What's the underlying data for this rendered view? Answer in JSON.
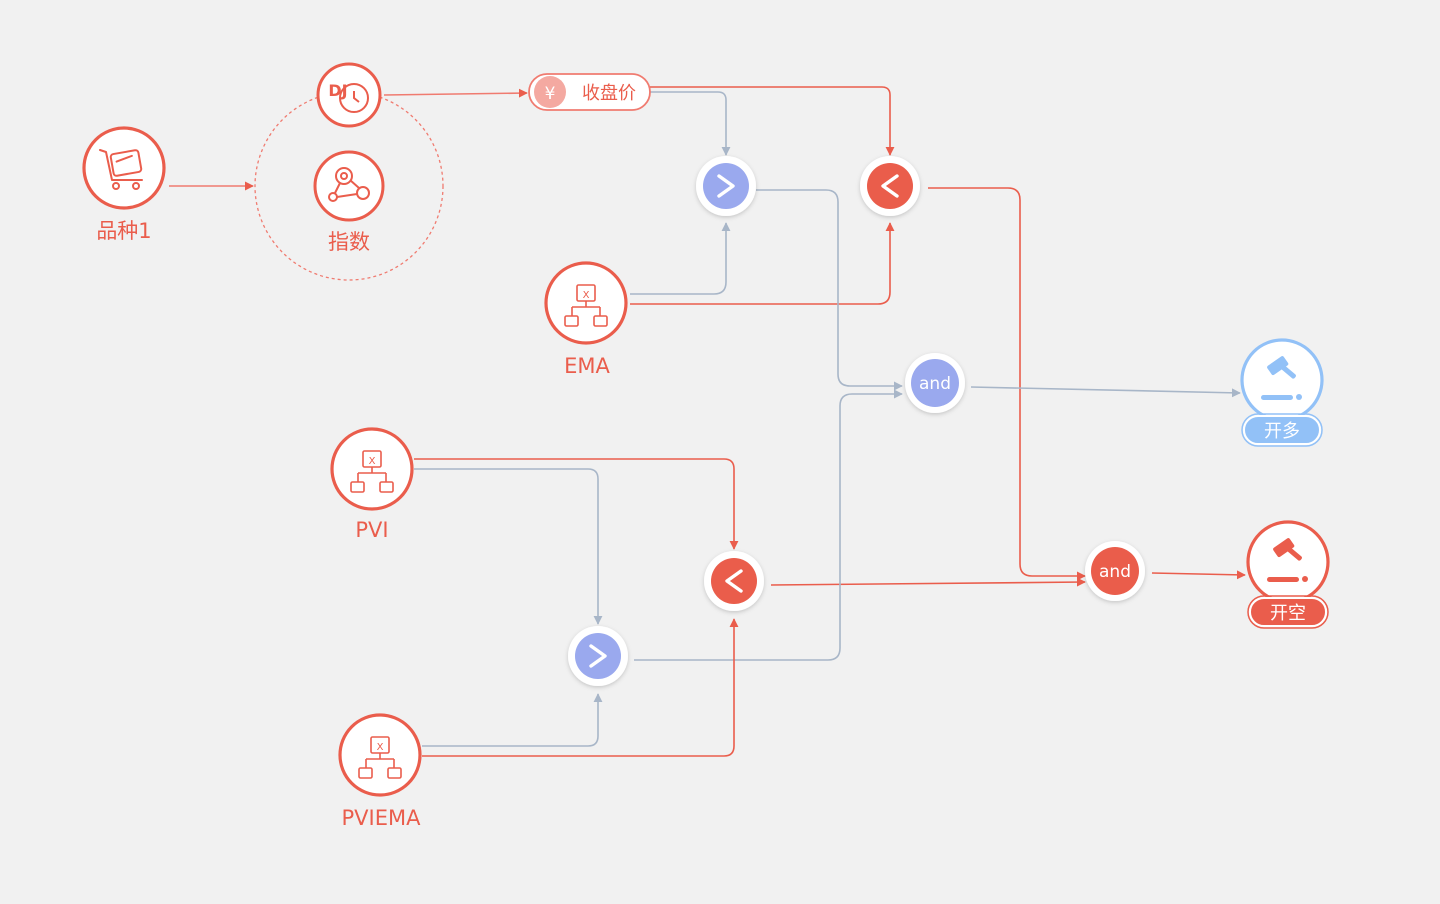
{
  "colors": {
    "red": "#ea5d4c",
    "red_soft": "#f07b70",
    "blue": "#9aa9ee",
    "blue_light": "#92c1f7",
    "edge_gray": "#a8b6c8",
    "background": "#f1f1f1"
  },
  "nodes": {
    "variety": {
      "label": "品种1",
      "icon": "shopping-cart-icon"
    },
    "dj": {
      "label": "DJ",
      "icon": "dj-clock-icon"
    },
    "index": {
      "label": "指数",
      "icon": "settings-network-icon"
    },
    "close_price": {
      "symbol": "¥",
      "label": "收盘价"
    },
    "gt_top": {
      "symbol": ">"
    },
    "lt_top": {
      "symbol": "<"
    },
    "ema": {
      "label": "EMA",
      "icon": "function-tree-icon",
      "glyph": "X"
    },
    "and_top": {
      "label": "and"
    },
    "pvi": {
      "label": "PVI",
      "icon": "function-tree-icon",
      "glyph": "X"
    },
    "lt_mid": {
      "symbol": "<"
    },
    "gt_bottom": {
      "symbol": ">"
    },
    "pviema": {
      "label": "PVIEMA",
      "icon": "function-tree-icon",
      "glyph": "X"
    },
    "and_bottom": {
      "label": "and"
    },
    "open_long": {
      "label": "开多",
      "icon": "gavel-icon"
    },
    "open_short": {
      "label": "开空",
      "icon": "gavel-icon"
    }
  }
}
